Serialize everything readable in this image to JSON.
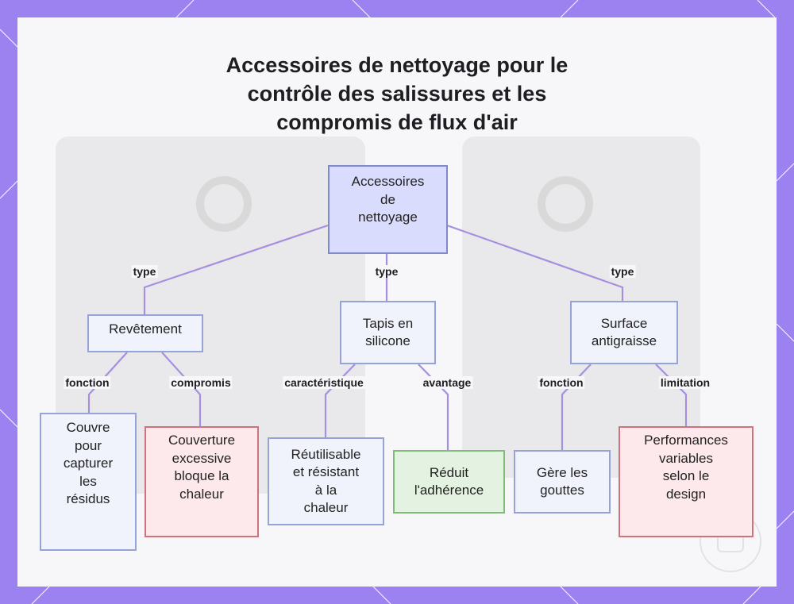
{
  "title_lines": [
    "Accessoires de nettoyage pour le",
    "contrôle des salissures et les",
    "compromis de flux d'air"
  ],
  "colors": {
    "frame": "#9b82f0",
    "panel": "#f7f7f9",
    "edge": "#a78fe0",
    "root_fill": "#d9dcfc",
    "node_fill": "#f1f3fc",
    "bad_fill": "#fde8ec",
    "good_fill": "#e4f3e1"
  },
  "nodes": {
    "root": {
      "lines": [
        "Accessoires",
        "de",
        "nettoyage"
      ]
    },
    "revetement": {
      "lines": [
        "Revêtement"
      ]
    },
    "tapis": {
      "lines": [
        "Tapis en",
        "silicone"
      ]
    },
    "surface": {
      "lines": [
        "Surface",
        "antigraisse"
      ]
    },
    "couvre": {
      "lines": [
        "Couvre",
        "pour",
        "capturer",
        "les",
        "résidus"
      ]
    },
    "couverture": {
      "lines": [
        "Couverture",
        "excessive",
        "bloque la",
        "chaleur"
      ]
    },
    "reutilisable": {
      "lines": [
        "Réutilisable",
        "et résistant",
        "à la",
        "chaleur"
      ]
    },
    "reduit": {
      "lines": [
        "Réduit",
        "l'adhérence"
      ]
    },
    "gere": {
      "lines": [
        "Gère les",
        "gouttes"
      ]
    },
    "performances": {
      "lines": [
        "Performances",
        "variables",
        "selon le",
        "design"
      ]
    }
  },
  "edge_labels": {
    "type1": "type",
    "type2": "type",
    "type3": "type",
    "fonction1": "fonction",
    "compromis": "compromis",
    "caracteristique": "caractéristique",
    "avantage": "avantage",
    "fonction2": "fonction",
    "limitation": "limitation"
  }
}
